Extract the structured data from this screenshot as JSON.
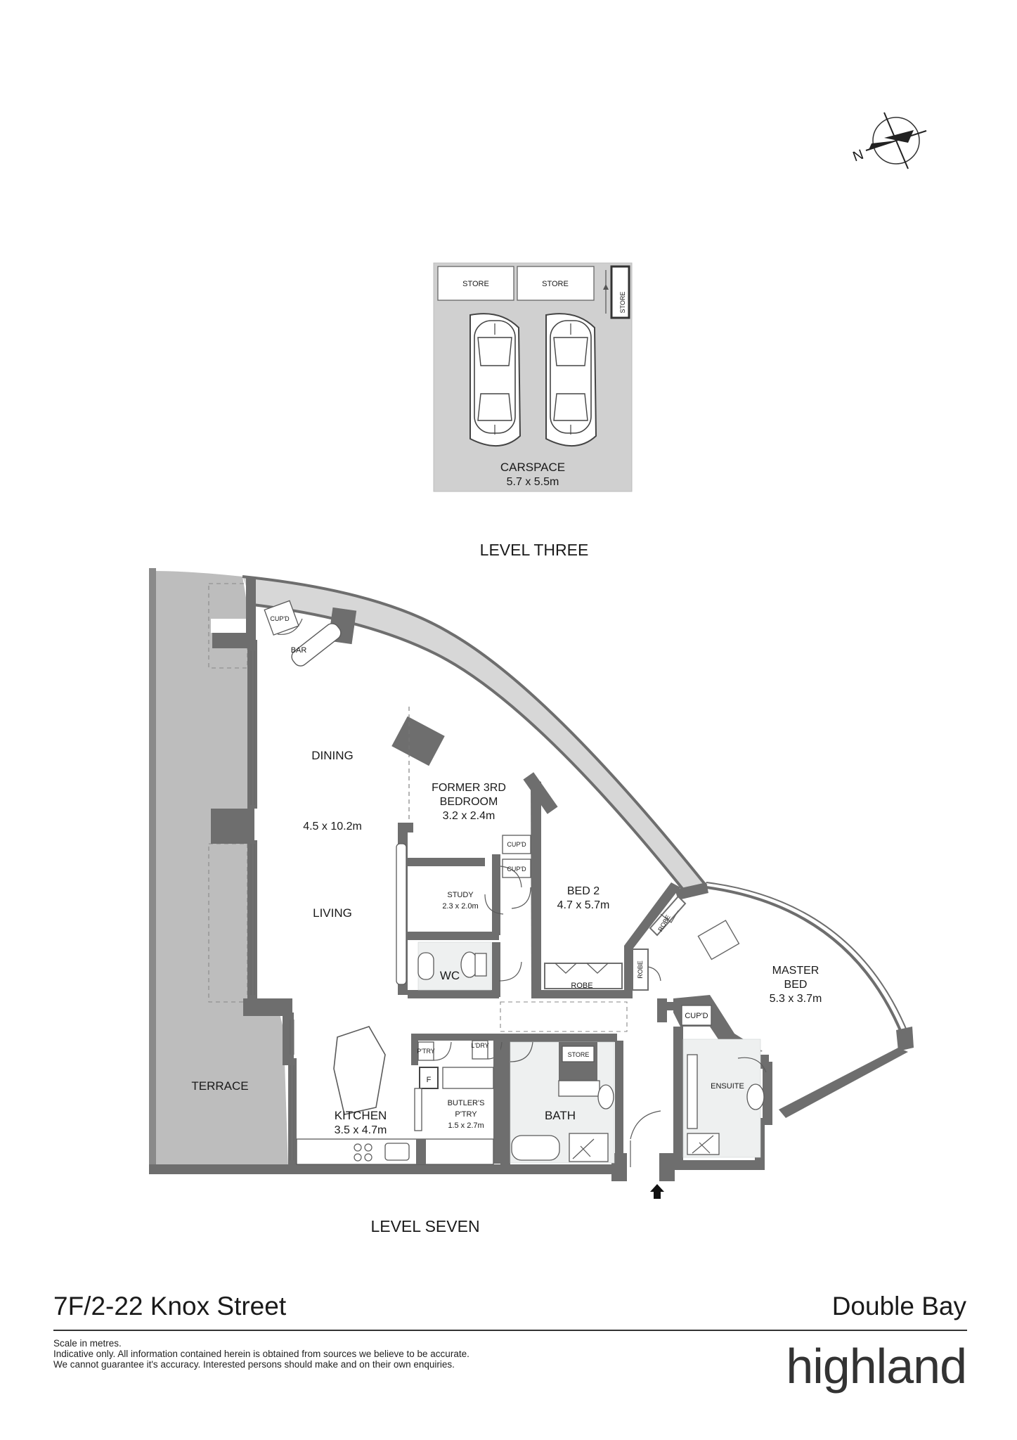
{
  "levels": {
    "upper": "LEVEL THREE",
    "lower": "LEVEL SEVEN"
  },
  "carspace": {
    "store_left": "STORE",
    "store_mid": "STORE",
    "store_side": "STORE",
    "name": "CARSPACE",
    "dim": "5.7 x 5.5m"
  },
  "rooms": {
    "cupd_bar": "CUP'D",
    "bar": "BAR",
    "dining": "DINING",
    "living_dim": "4.5 x 10.2m",
    "living": "LIVING",
    "former_line1": "FORMER 3RD",
    "former_line2": "BEDROOM",
    "former_dim": "3.2 x 2.4m",
    "cupd_1": "CUP'D",
    "cupd_2": "CUP'D",
    "study": "STUDY",
    "study_dim": "2.3 x 2.0m",
    "wc": "WC",
    "bed2": "BED 2",
    "bed2_dim": "4.7 x 5.7m",
    "robe_bed2": "ROBE",
    "robe_master_1": "ROBE",
    "robe_master_2": "ROBE",
    "master_line1": "MASTER",
    "master_line2": "BED",
    "master_dim": "5.3 x 3.7m",
    "cupd_master": "CUP'D",
    "ensuite": "ENSUITE",
    "pantry": "P'TRY",
    "laundry": "L'DRY",
    "fridge": "F",
    "store_bath": "STORE",
    "terrace": "TERRACE",
    "kitchen": "KITCHEN",
    "kitchen_dim": "3.5 x 4.7m",
    "butlers_line1": "BUTLER'S",
    "butlers_line2": "P'TRY",
    "butlers_dim": "1.5 x 2.7m",
    "bath": "BATH"
  },
  "compass": {
    "north": "N"
  },
  "footer": {
    "address": "7F/2-22 Knox Street",
    "suburb": "Double Bay",
    "notes": [
      "Scale in metres.",
      "Indicative only. All information contained herein is obtained from sources we believe to be accurate.",
      "We cannot guarantee it's accuracy. Interested persons should make and on their own enquiries."
    ],
    "brand": "highland"
  },
  "colors": {
    "wall": "#6e6e6e",
    "terrace": "#bdbdbd",
    "carspace_bg": "#d0d0d0"
  }
}
